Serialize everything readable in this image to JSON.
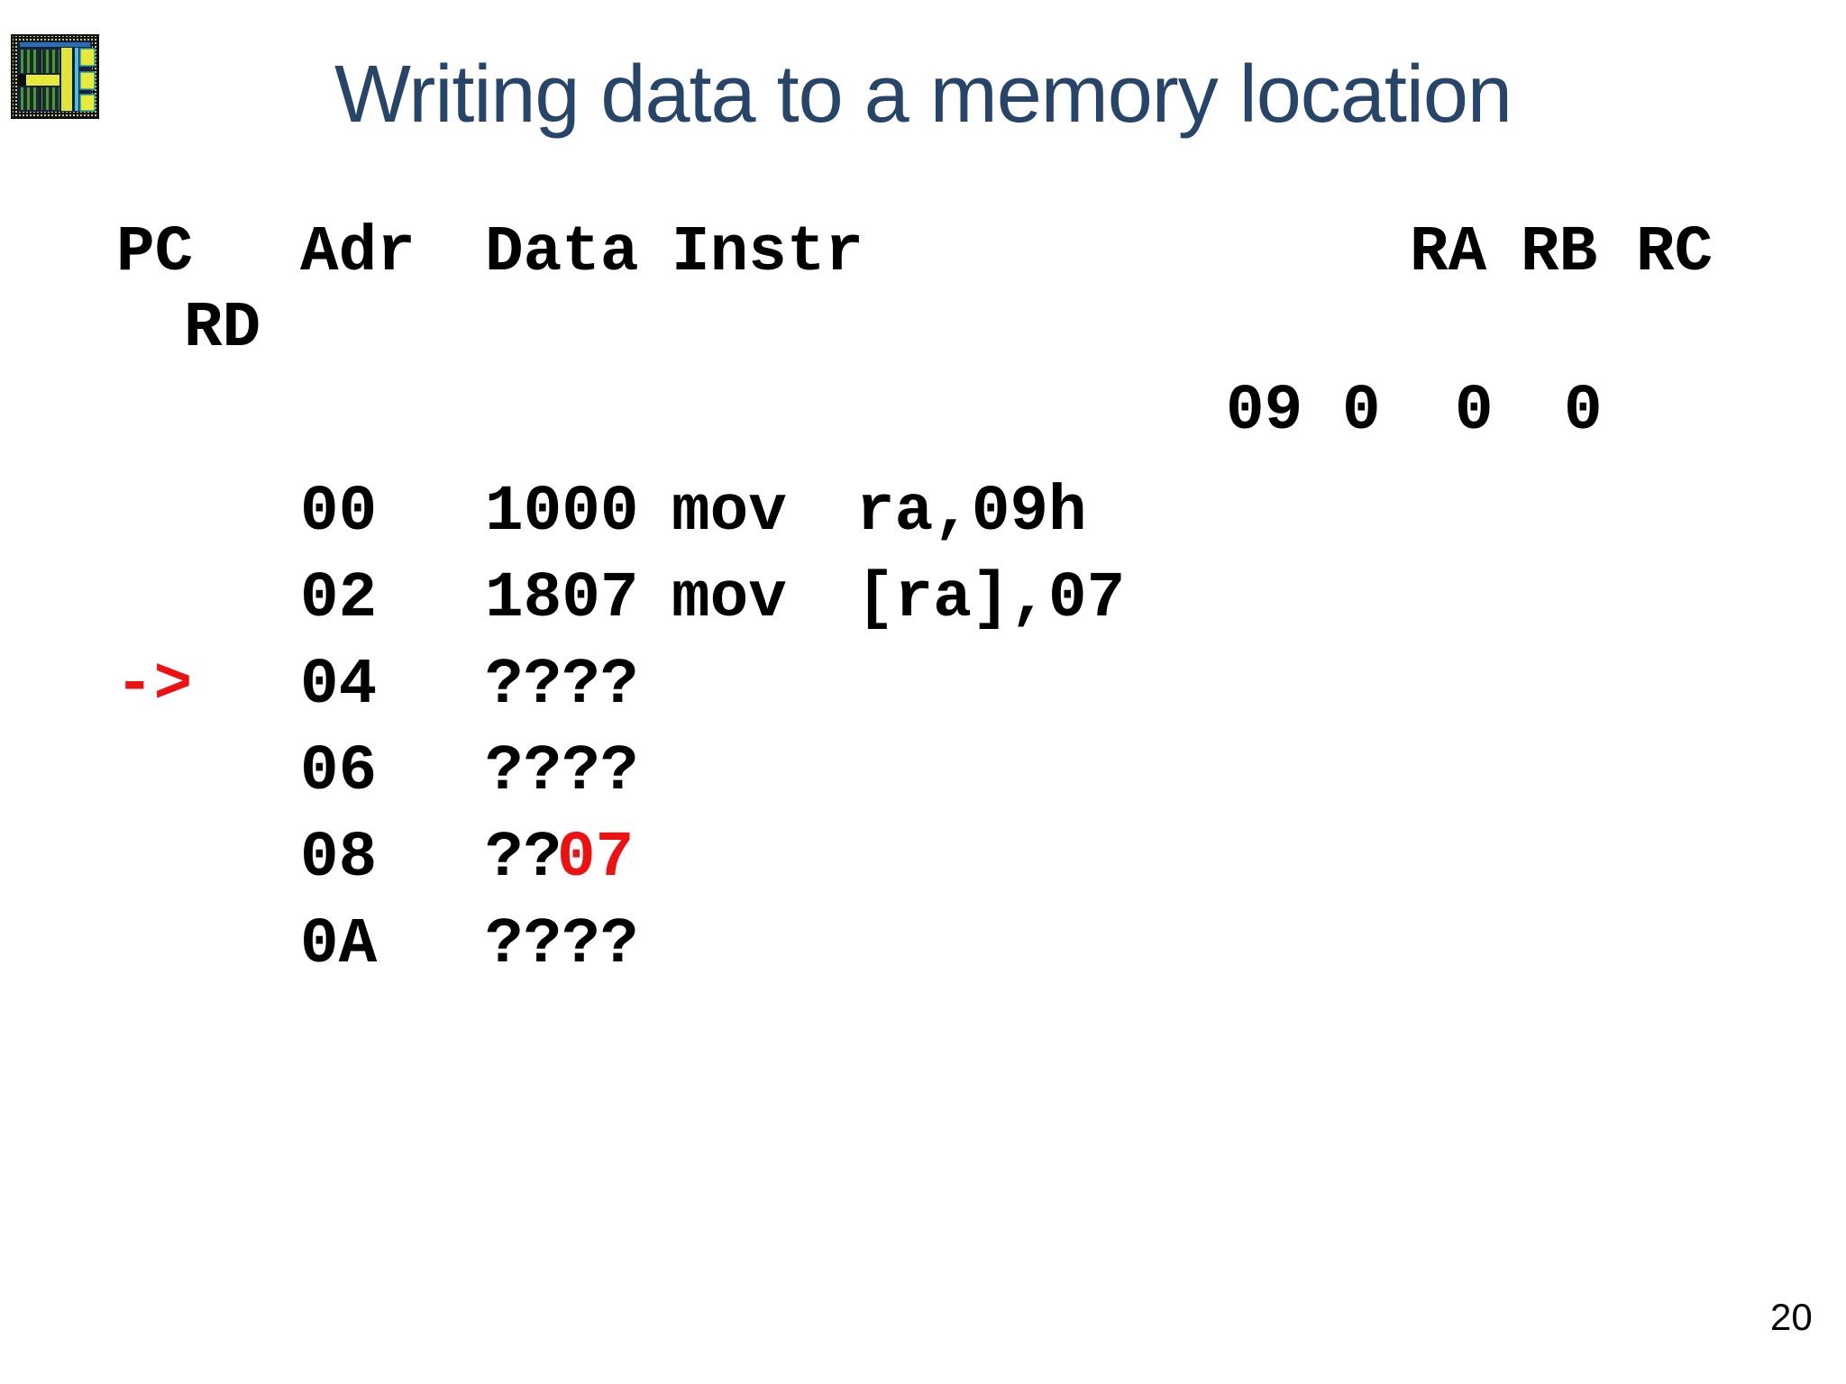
{
  "slide": {
    "title": "Writing data to a memory location",
    "page_number": "20",
    "logo_icon": "microchip-die-icon",
    "colors": {
      "title_text": "#274569",
      "body_text": "#000000",
      "highlight_red": "#ee1111",
      "background": "#ffffff"
    }
  },
  "listing": {
    "headers": {
      "pc": "PC",
      "rd": "RD",
      "adr": "Adr",
      "data": "Data",
      "instr": "Instr",
      "ra": "RA",
      "rb": "RB",
      "rc": "RC"
    },
    "registers": {
      "ra": "09",
      "rb": "0",
      "rc": "0",
      "rd": "0"
    },
    "pc_pointer": "->",
    "rows": [
      {
        "adr": "00",
        "data": "1000",
        "mnemonic": "mov",
        "operands": "ra,09h"
      },
      {
        "adr": "02",
        "data": "1807",
        "mnemonic": "mov",
        "operands": "[ra],07"
      },
      {
        "adr": "04",
        "data": "????"
      },
      {
        "adr": "06",
        "data": "????"
      },
      {
        "adr": "08",
        "data_unknown": "??",
        "data_written": "07"
      },
      {
        "adr": "0A",
        "data": "????"
      }
    ]
  }
}
